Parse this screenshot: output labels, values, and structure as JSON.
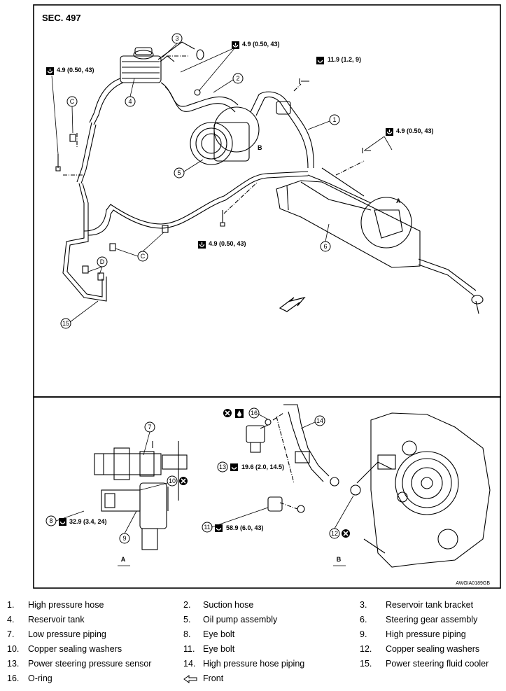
{
  "section": "SEC. 497",
  "code": "AWGIA0189GB",
  "views": {
    "a": "A",
    "b": "B"
  },
  "callout_letters": {
    "a": "A",
    "b": "B",
    "c": "C",
    "d": "D"
  },
  "callouts": [
    "1",
    "2",
    "3",
    "4",
    "5",
    "6",
    "7",
    "8",
    "9",
    "10",
    "11",
    "12",
    "13",
    "14",
    "15",
    "16"
  ],
  "torques": {
    "t1": "4.9 (0.50, 43)",
    "t2": "4.9 (0.50, 43)",
    "t3": "11.9 (1.2, 9)",
    "t4": "4.9 (0.50, 43)",
    "t5": "4.9 (0.50, 43)",
    "t8": "32.9 (3.4, 24)",
    "t13": "19.6 (2.0, 14.5)",
    "t11": "58.9 (6.0, 43)"
  },
  "legend": [
    {
      "num": "1.",
      "text": "High pressure hose"
    },
    {
      "num": "2.",
      "text": "Suction hose"
    },
    {
      "num": "3.",
      "text": "Reservoir tank bracket"
    },
    {
      "num": "4.",
      "text": "Reservoir tank"
    },
    {
      "num": "5.",
      "text": "Oil pump assembly"
    },
    {
      "num": "6.",
      "text": "Steering gear assembly"
    },
    {
      "num": "7.",
      "text": "Low pressure piping"
    },
    {
      "num": "8.",
      "text": "Eye bolt"
    },
    {
      "num": "9.",
      "text": "High pressure piping"
    },
    {
      "num": "10.",
      "text": "Copper sealing washers"
    },
    {
      "num": "11.",
      "text": "Eye bolt"
    },
    {
      "num": "12.",
      "text": "Copper sealing washers"
    },
    {
      "num": "13.",
      "text": "Power steering pressure sensor"
    },
    {
      "num": "14.",
      "text": "High pressure hose piping"
    },
    {
      "num": "15.",
      "text": "Power steering fluid cooler"
    },
    {
      "num": "16.",
      "text": "O-ring"
    },
    {
      "num": "",
      "text": "Front",
      "icon": "front-arrow-icon"
    }
  ]
}
